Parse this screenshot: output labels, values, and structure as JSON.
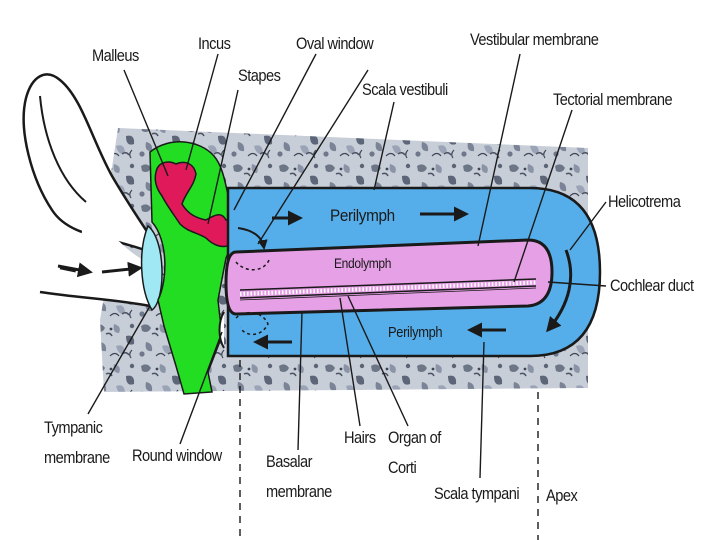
{
  "labels": {
    "malleus": "Malleus",
    "incus": "Incus",
    "oval_window": "Oval window",
    "stapes": "Stapes",
    "vestibular_membrane": "Vestibular membrane",
    "scala_vestibuli": "Scala vestibuli",
    "tectorial_membrane": "Tectorial membrane",
    "helicotrema": "Helicotrema",
    "cochlear_duct": "Cochlear duct",
    "tympanic_membrane_1": "Tympanic",
    "tympanic_membrane_2": "membrane",
    "round_window": "Round window",
    "basalar_membrane_1": "Basalar",
    "basalar_membrane_2": "membrane",
    "hairs": "Hairs",
    "organ_of_corti_1": "Organ of",
    "organ_of_corti_2": "Corti",
    "scala_tympani": "Scala tympani",
    "apex": "Apex"
  },
  "inner_labels": {
    "perilymph_top": "Perilymph",
    "endolymph": "Endolymph",
    "perilymph_bottom": "Perilymph"
  },
  "colors": {
    "perilymph": "#55aeea",
    "endolymph": "#e6a0e6",
    "middle_ear": "#22dd22",
    "ossicles": "#e0195a",
    "tympanic": "#9fe8f4",
    "bone": "#c4cad4"
  }
}
